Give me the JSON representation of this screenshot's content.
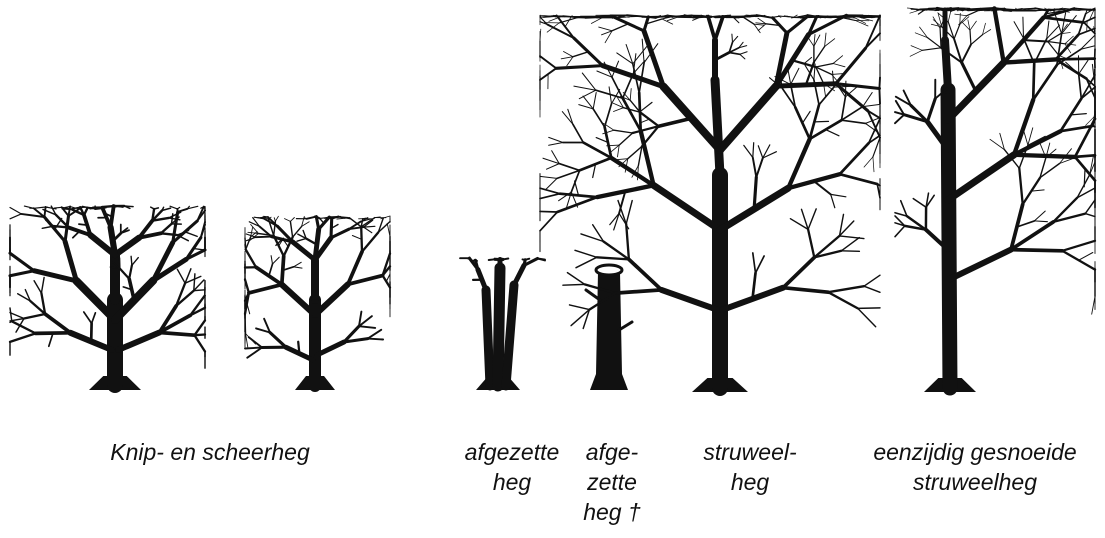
{
  "colors": {
    "ink": "#111111",
    "background": "#ffffff"
  },
  "illustrations": [
    {
      "kind": "clipped-hedge-shrub",
      "icon": "shrub-icon"
    },
    {
      "kind": "clipped-hedge-shrub",
      "icon": "shrub-icon"
    },
    {
      "kind": "coppiced-hedge",
      "icon": "stump-icon"
    },
    {
      "kind": "coppiced-hedge-stump",
      "icon": "stump-icon"
    },
    {
      "kind": "thicket-hedge-tree",
      "icon": "tree-icon"
    },
    {
      "kind": "one-sided-pruned-tree",
      "icon": "tree-icon"
    }
  ],
  "captions": {
    "knip_en_scheerheg": [
      "Knip- en scheerheg"
    ],
    "afgezette_heg": [
      "afgezette",
      "heg"
    ],
    "afgezette_heg_dagger": [
      "afge-",
      "zette",
      "heg †"
    ],
    "struweelheg": [
      "struweel-",
      "heg"
    ],
    "eenzijdig_gesnoeide_struweelheg": [
      "eenzijdig gesnoeide",
      "struweelheg"
    ]
  }
}
